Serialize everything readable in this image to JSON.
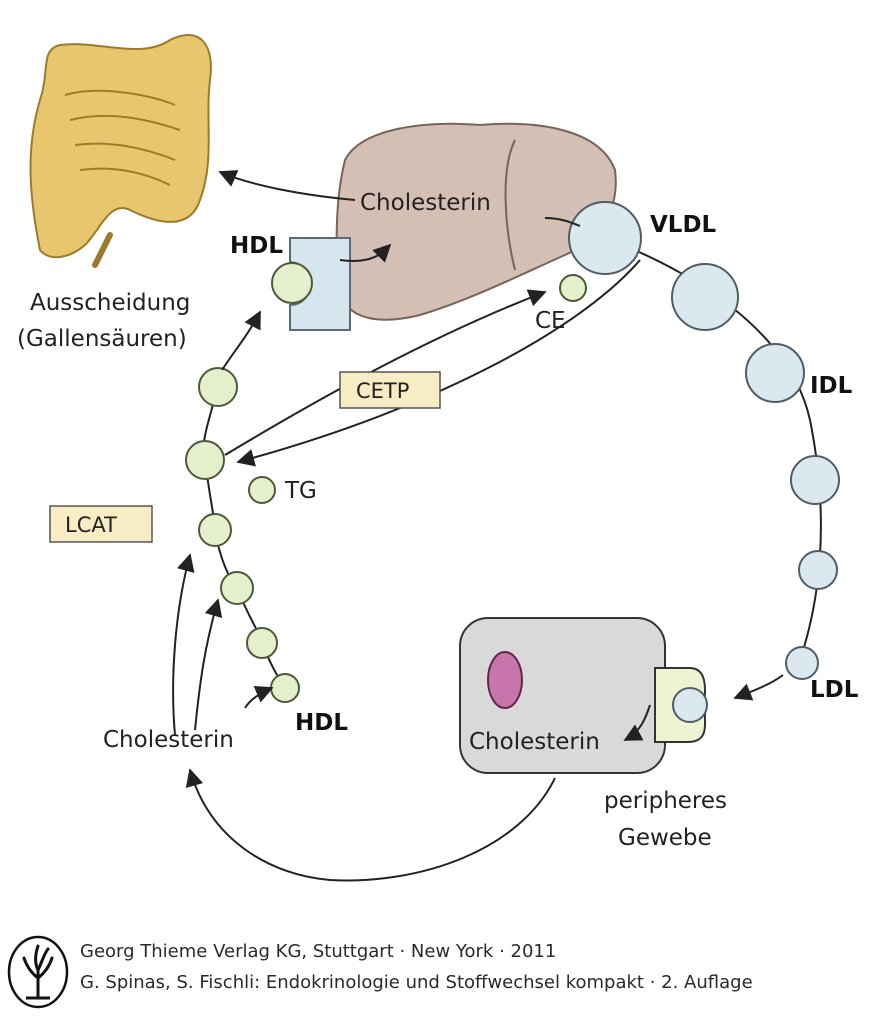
{
  "labels": {
    "ausscheidung_line1": "Ausscheidung",
    "ausscheidung_line2": "(Gallensäuren)",
    "cholesterin_liver": "Cholesterin",
    "hdl_top": "HDL",
    "vldl": "VLDL",
    "ce": "CE",
    "cetp": "CETP",
    "idl": "IDL",
    "tg": "TG",
    "lcat": "LCAT",
    "ldl": "LDL",
    "cholesterin_left": "Cholesterin",
    "hdl_bottom": "HDL",
    "cholesterin_cell": "Cholesterin",
    "peripheres_line1": "peripheres",
    "peripheres_line2": "Gewebe"
  },
  "footer": {
    "line1": "Georg Thieme Verlag KG, Stuttgart · New York · 2011",
    "line2": "G. Spinas, S. Fischli: Endokrinologie und Stoffwechsel kompakt · 2. Auflage"
  },
  "colors": {
    "intestine": "#e8c66e",
    "liver": "#d4bfb5",
    "vldl_particle": "#dbe8f0",
    "hdl_particle": "#e6efcc",
    "receptor_blue": "#d7e6ee",
    "receptor_green": "#eef3d3",
    "enzyme_box": "#f7ecc4",
    "cell": "#d9d9d9",
    "nucleus": "#c676a8"
  },
  "icons": [
    "thieme-tree-logo-icon"
  ]
}
